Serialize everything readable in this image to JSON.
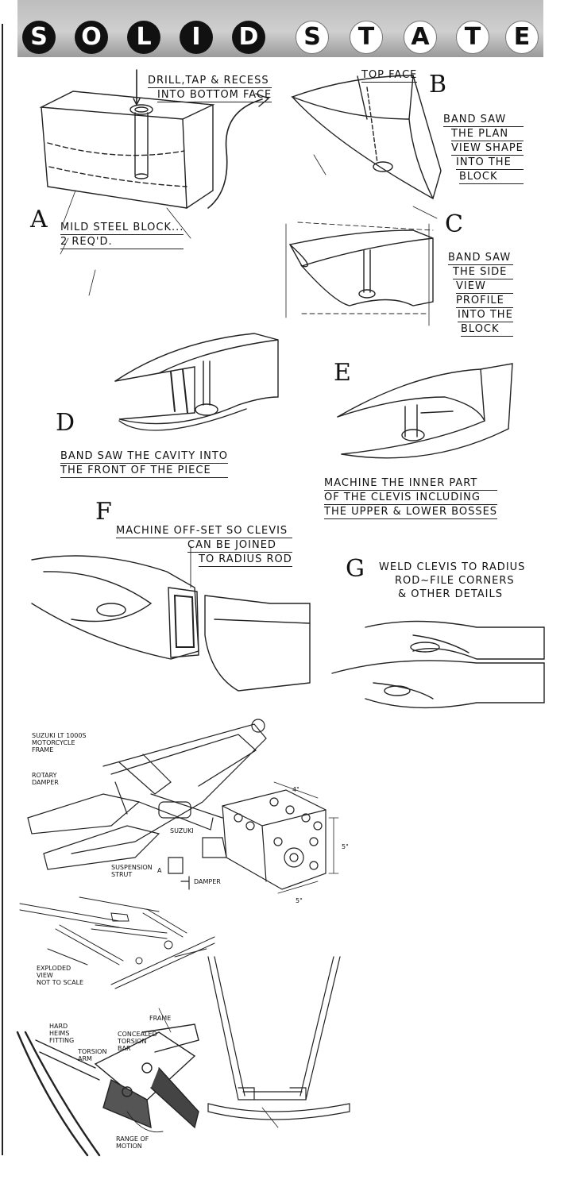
{
  "header": {
    "letters": [
      "S",
      "O",
      "L",
      "I",
      "D",
      "S",
      "T",
      "A",
      "T",
      "E"
    ]
  },
  "steps": [
    {
      "id": "A",
      "text": [
        "MILD STEEL BLOCK...",
        "2 REQ'D."
      ]
    },
    {
      "id": "B",
      "text": [
        "BAND SAW",
        "THE PLAN",
        "VIEW SHAPE",
        "INTO THE",
        "BLOCK"
      ]
    },
    {
      "id": "C",
      "text": [
        "BAND SAW",
        "THE SIDE",
        "VIEW",
        "PROFILE",
        "INTO THE",
        "BLOCK"
      ]
    },
    {
      "id": "D",
      "text": [
        "BAND SAW THE CAVITY INTO",
        "THE FRONT OF THE PIECE"
      ]
    },
    {
      "id": "E",
      "text": [
        "MACHINE THE INNER PART",
        "OF THE CLEVIS INCLUDING",
        "THE UPPER & LOWER BOSSES"
      ]
    },
    {
      "id": "F",
      "text": [
        "MACHINE OFF-SET SO CLEVIS",
        "CAN BE JOINED",
        "TO RADIUS ROD"
      ]
    },
    {
      "id": "G",
      "text": [
        "WELD CLEVIS TO RADIUS",
        "ROD~FILE CORNERS",
        "& OTHER DETAILS"
      ]
    }
  ],
  "annotations": {
    "drill": [
      "DRILL,TAP & RECESS",
      "INTO BOTTOM FACE"
    ],
    "top_face": "TOP FACE"
  },
  "frame_labels": {
    "suzuki": "SUZUKI LT 1000S\nMOTORCYCLE\nFRAME",
    "rotary": "ROTARY\nDAMPER",
    "suzuki_small": "SUZUKI",
    "suspension": "SUSPENSION\nSTRUT",
    "a": "A",
    "damper": "DAMPER",
    "dim_top": "4\"",
    "dim_side": "5\"",
    "dim_bottom": "5\"",
    "exploded": "EXPLODED\nVIEW\nNOT TO SCALE"
  },
  "detail_labels": {
    "heims": "HARD\nHEIMS\nFITTING",
    "frame": "FRAME",
    "concealed": "CONCEALED\nTORSION\nBAR",
    "torsion_arm": "TORSION\nARM",
    "range": "RANGE OF\nMOTION"
  }
}
